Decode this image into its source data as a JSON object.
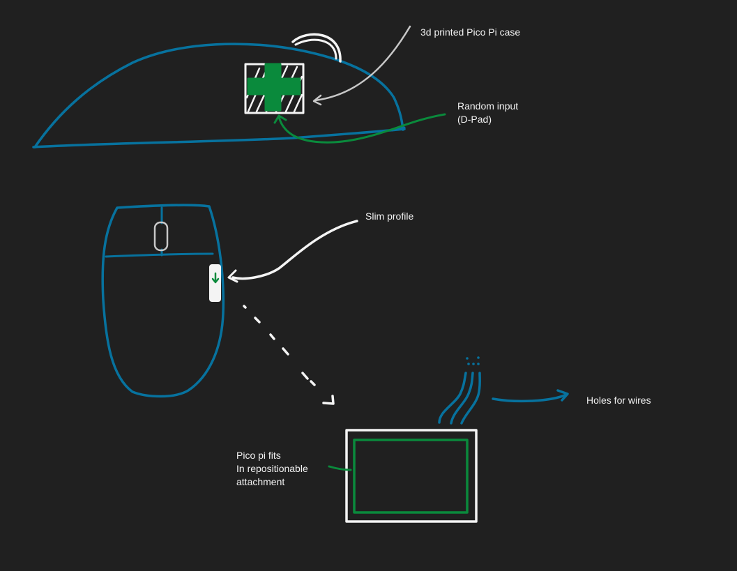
{
  "colors": {
    "background": "#202020",
    "blue_sketch": "#07729e",
    "green_sketch": "#0a8a3c",
    "white_sketch": "#f4f4f4",
    "grey_sketch": "#c8c8c8",
    "label_text": "#f2f2f2"
  },
  "annotations": {
    "case": "3d printed Pico Pi case",
    "random_input": {
      "line1": "Random input",
      "line2": "(D-Pad)"
    },
    "slim_profile": "Slim profile",
    "holes": "Holes for wires",
    "pico_fits": {
      "line1": "Pico pi fits",
      "line2": "In repositionable",
      "line3": "attachment"
    }
  }
}
